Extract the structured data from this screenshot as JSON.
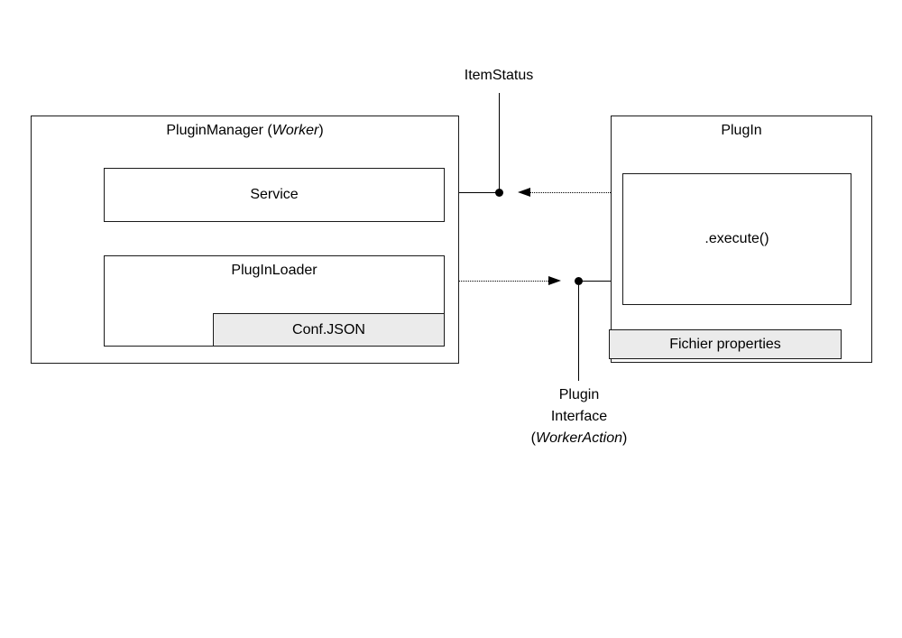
{
  "colors": {
    "background": "#ffffff",
    "line": "#000000",
    "box_fill": "#ffffff",
    "shaded_fill": "#ebebeb",
    "text": "#000000"
  },
  "plugin_manager": {
    "title_prefix": "PluginManager (",
    "title_italic": "Worker",
    "title_suffix": ")",
    "service_label": "Service",
    "loader_label": "PlugInLoader",
    "conf_label": "Conf.JSON"
  },
  "plugin": {
    "title": "PlugIn",
    "execute_label": ".execute()",
    "fichier_label": "Fichier properties"
  },
  "connectors": {
    "item_status_label": "ItemStatus",
    "interface_line1": "Plugin",
    "interface_line2": "Interface",
    "interface_paren_open": "(",
    "interface_italic": "WorkerAction",
    "interface_paren_close": ")"
  }
}
